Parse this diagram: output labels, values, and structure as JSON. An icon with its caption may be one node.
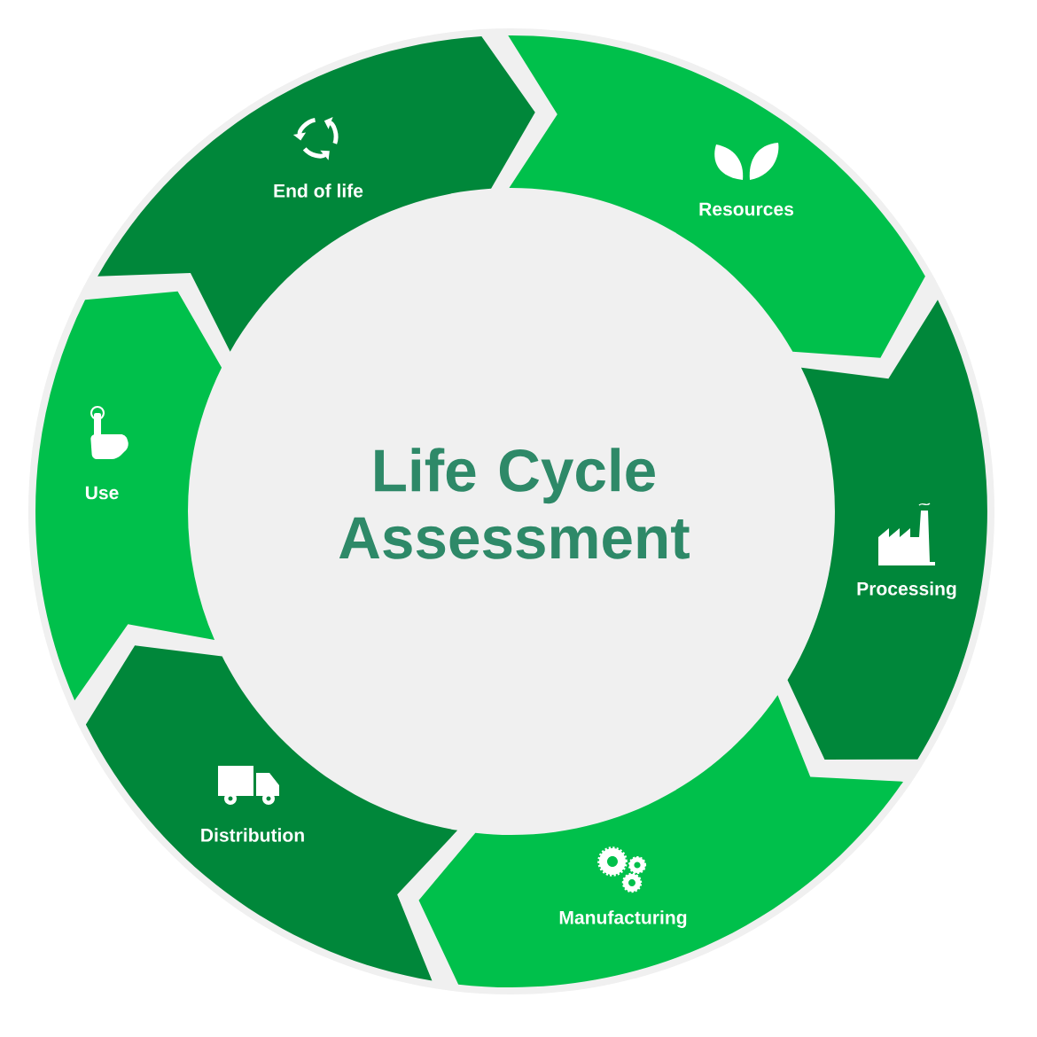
{
  "diagram": {
    "title": "Life Cycle Assessment",
    "nodes": [
      {
        "text": [
          "Resources"
        ]
      },
      {
        "text": [
          "Processing"
        ]
      },
      {
        "text": [
          "Manufacturing"
        ]
      },
      {
        "text": [
          "Distribution"
        ]
      },
      {
        "text": [
          "Use"
        ]
      },
      {
        "text": [
          "End of life"
        ]
      }
    ]
  }
}
